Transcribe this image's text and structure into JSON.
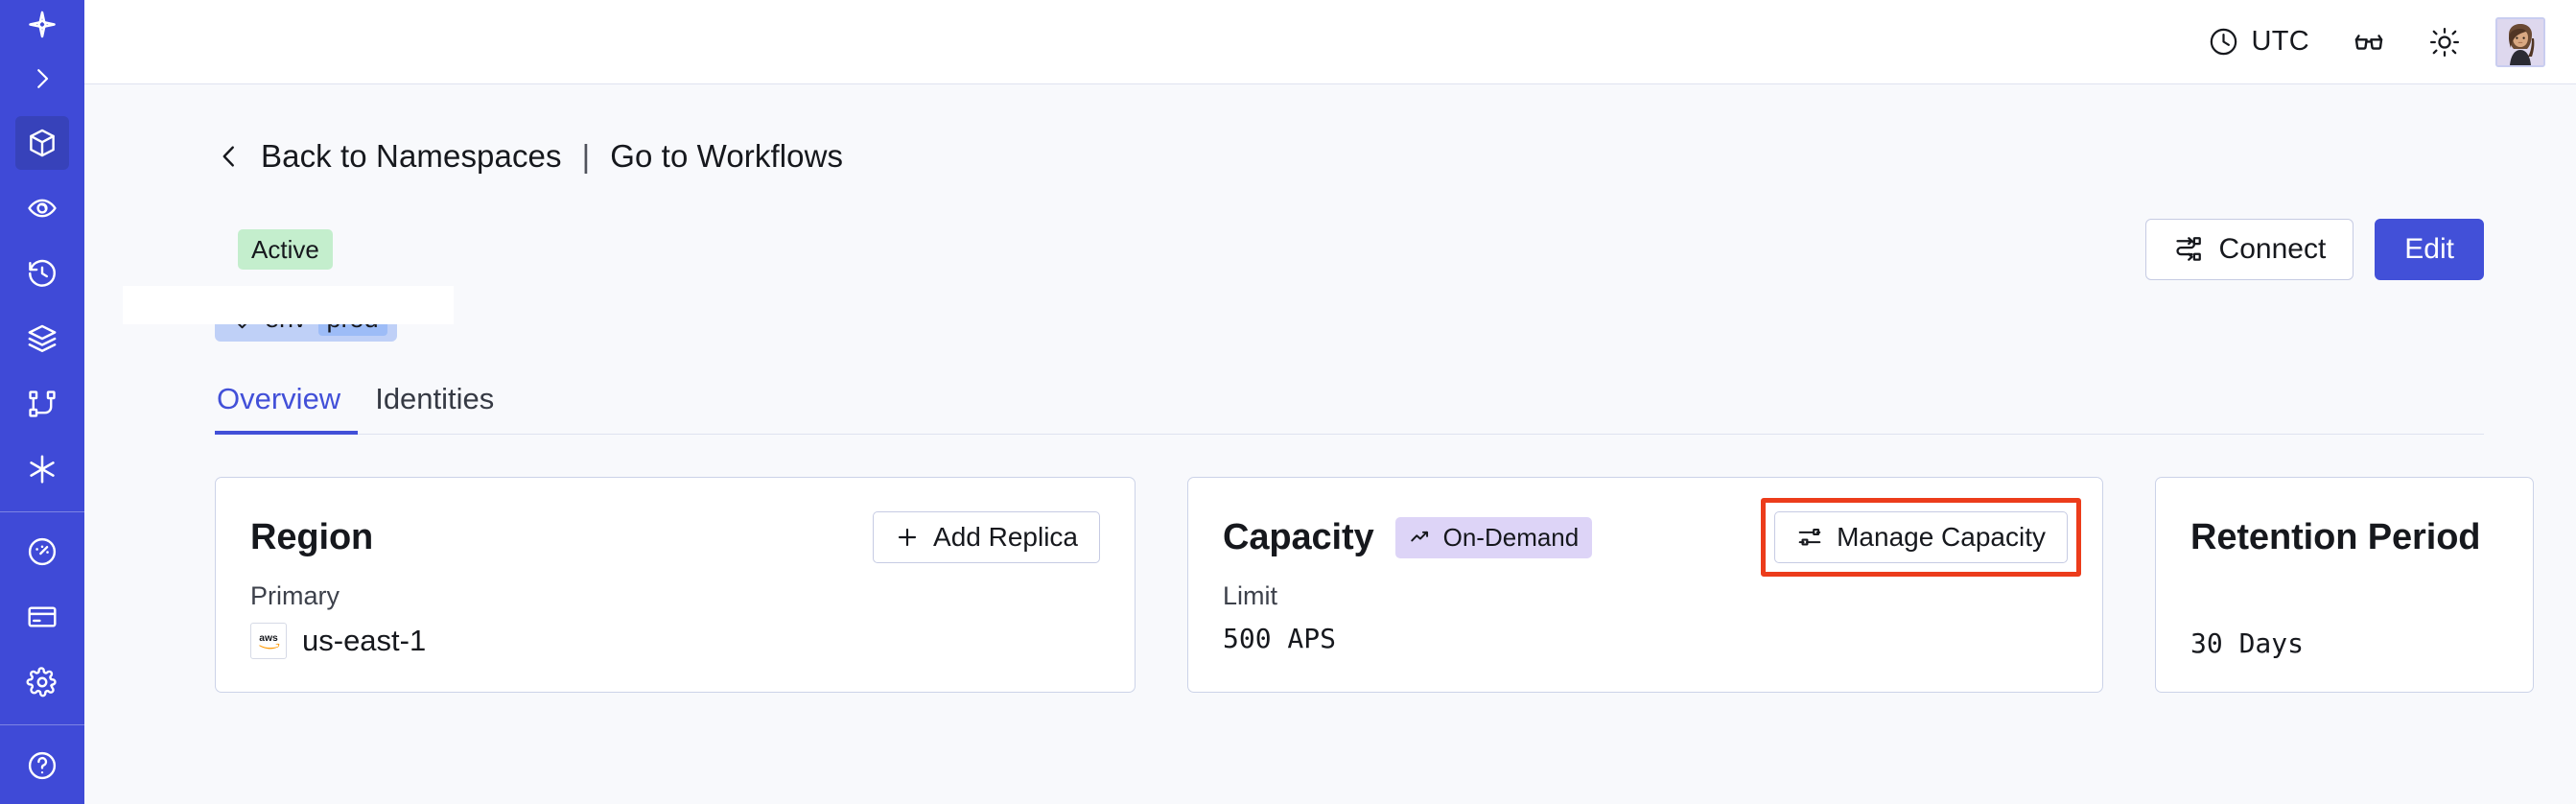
{
  "sidebar": {
    "logo_icon": "temporal-logo-icon",
    "expand_icon": "chevron-right-icon",
    "items": [
      {
        "name": "namespaces",
        "icon": "cube-icon",
        "active": true
      },
      {
        "name": "observability",
        "icon": "eye-icon",
        "active": false
      },
      {
        "name": "schedules",
        "icon": "clock-rewind-icon",
        "active": false
      },
      {
        "name": "batch-operations",
        "icon": "layers-icon",
        "active": false
      },
      {
        "name": "workflows",
        "icon": "nodes-icon",
        "active": false
      },
      {
        "name": "nexus",
        "icon": "asterisk-icon",
        "active": false
      }
    ],
    "items_secondary": [
      {
        "name": "usage",
        "icon": "gauge-icon",
        "active": false
      },
      {
        "name": "billing",
        "icon": "credit-card-icon",
        "active": false
      },
      {
        "name": "settings",
        "icon": "gear-icon",
        "active": false
      }
    ],
    "background_color": "#3f4ad7",
    "active_color": "#3742ba"
  },
  "topbar": {
    "timezone_icon": "clock-icon",
    "timezone_label": "UTC",
    "glasses_icon": "glasses-icon",
    "theme_icon": "sun-icon",
    "avatar_name": "user-avatar"
  },
  "breadcrumb": {
    "back_icon": "chevron-left-icon",
    "back_label": "Back to Namespaces",
    "separator": "|",
    "forward_label": "Go to Workflows"
  },
  "namespace": {
    "title": "",
    "status_badge": "Active",
    "tags": [
      {
        "icon": "tag-icon",
        "key": "env",
        "value": "prod"
      }
    ]
  },
  "actions": {
    "connect_icon": "connect-icon",
    "connect_label": "Connect",
    "edit_label": "Edit",
    "primary_color": "#4250d8"
  },
  "tabs": [
    {
      "label": "Overview",
      "active": true
    },
    {
      "label": "Identities",
      "active": false
    }
  ],
  "cards": {
    "region": {
      "title": "Region",
      "action_icon": "plus-icon",
      "action_label": "Add Replica",
      "sub_label": "Primary",
      "provider_icon": "aws-icon",
      "value": "us-east-1"
    },
    "capacity": {
      "title": "Capacity",
      "badge_icon": "trend-up-icon",
      "badge_label": "On-Demand",
      "action_icon": "sliders-icon",
      "action_label": "Manage Capacity",
      "sub_label": "Limit",
      "value": "500 APS",
      "highlight_color": "#ec3c1b"
    },
    "retention": {
      "title": "Retention Period",
      "value": "30 Days"
    }
  }
}
